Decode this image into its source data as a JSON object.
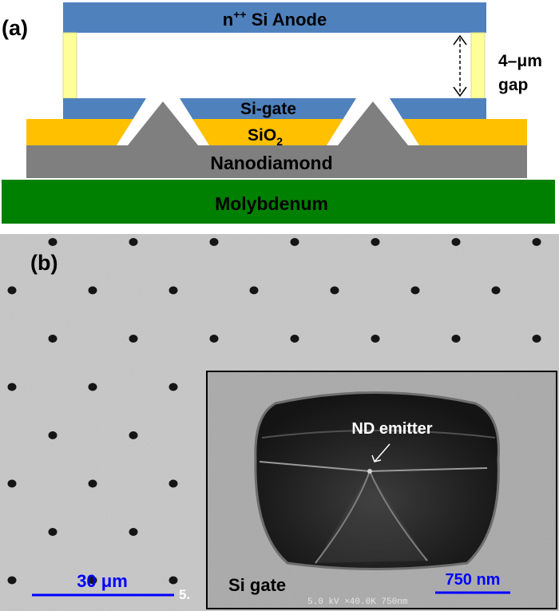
{
  "panel_a": {
    "label": "(a)",
    "anode_base": "n",
    "anode_sup": "++",
    "anode_rest": " Si Anode",
    "gap_line1": "4–μm",
    "gap_line2": "gap",
    "gate": "Si-gate",
    "oxide_base": "SiO",
    "oxide_sub": "2",
    "nanodiamond": "Nanodiamond",
    "substrate": "Molybdenum"
  },
  "panel_b": {
    "label": "(b)",
    "scale_bar": "30 μm",
    "edge_text": "5.",
    "inset": {
      "emitter_label": "ND emitter",
      "gate_label": "Si gate",
      "scale_bar": "750 nm",
      "sem_info": "5.0 kV  ×40.0K  750nm"
    }
  },
  "colors": {
    "anode": "#4f81bd",
    "oxide": "#ffc000",
    "nanodiamond": "#7f7f7f",
    "substrate": "#008000",
    "spacer": "#ffff99",
    "scale_bar": "#0000ff"
  }
}
